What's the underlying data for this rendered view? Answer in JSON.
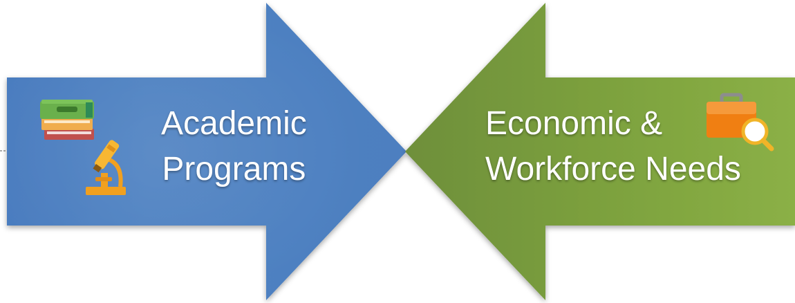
{
  "left_arrow": {
    "label_line1": "Academic",
    "label_line2": "Programs",
    "color": "#4f81bd",
    "icons": [
      "books-icon",
      "microscope-icon"
    ]
  },
  "right_arrow": {
    "label_line1": "Economic &",
    "label_line2": "Workforce Needs",
    "color": "#77933c",
    "icons": [
      "briefcase-search-icon"
    ]
  }
}
